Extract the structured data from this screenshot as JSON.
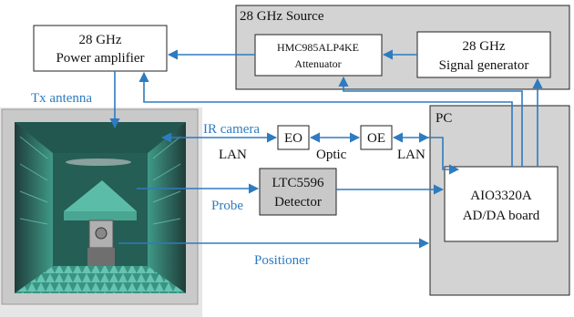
{
  "source_group": {
    "label": "28 GHz Source"
  },
  "power_amplifier": {
    "line1": "28 GHz",
    "line2": "Power amplifier"
  },
  "attenuator": {
    "line1": "HMC985ALP4KE",
    "line2": "Attenuator"
  },
  "signal_generator": {
    "line1": "28 GHz",
    "line2": "Signal generator"
  },
  "pc": {
    "label": "PC"
  },
  "board": {
    "line1": "AIO3320A",
    "line2": "AD/DA board"
  },
  "eo": {
    "label": "EO"
  },
  "oe": {
    "label": "OE"
  },
  "detector": {
    "line1": "LTC5596",
    "line2": "Detector"
  },
  "labels": {
    "tx_antenna": "Tx antenna",
    "ir_camera": "IR camera",
    "lan_left": "LAN",
    "optic": "Optic",
    "lan_right": "LAN",
    "probe": "Probe",
    "positioner": "Positioner"
  },
  "colors": {
    "arrow": "#2e7bbf",
    "label": "#2e7bbf",
    "group_fill": "#d3d3d3",
    "detector_fill": "#c8c8c8",
    "absorber": "#4fb3a0"
  }
}
